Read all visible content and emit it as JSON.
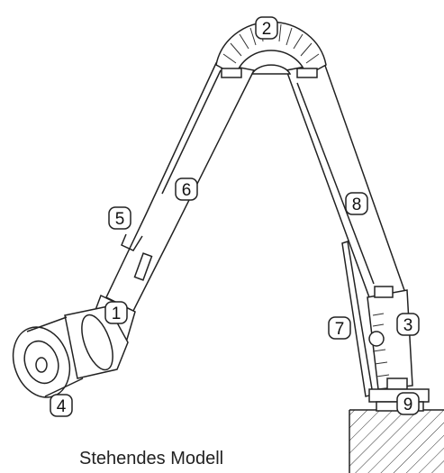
{
  "caption": "Stehendes Modell",
  "callouts": [
    "1",
    "2",
    "3",
    "4",
    "5",
    "6",
    "7",
    "8",
    "9"
  ]
}
